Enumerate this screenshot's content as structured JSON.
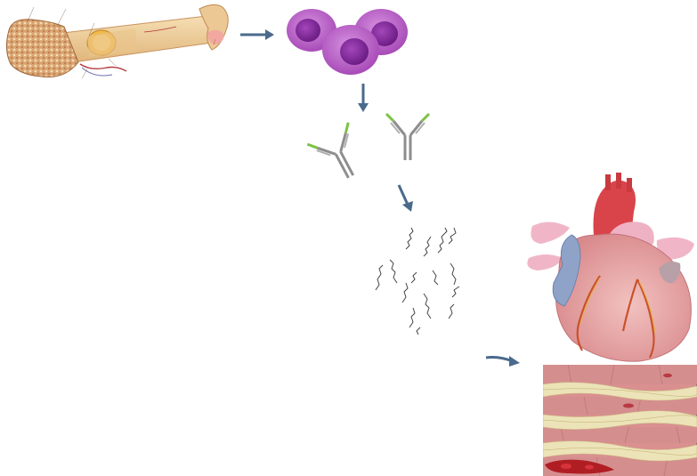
{
  "figure": {
    "panels": [
      {
        "id": "bone-marrow",
        "icon": "bone-cross-section"
      },
      {
        "id": "plasma-cells",
        "icon": "plasma-cells"
      },
      {
        "id": "antibodies",
        "icon": "y-shaped-antibodies"
      },
      {
        "id": "fibrils",
        "icon": "amyloid-fibrils"
      },
      {
        "id": "heart",
        "icon": "heart"
      },
      {
        "id": "myocardium",
        "icon": "myocardial-tissue-with-deposits"
      }
    ],
    "bone_labels": [
      "",
      "",
      "",
      "",
      "",
      "",
      ""
    ],
    "colors": {
      "arrow": "#4a6a8c",
      "cell": "#b35ec4",
      "nucleus": "#8e2aa6",
      "antibody": "#8e8e8e",
      "antibody_tip": "#7dc242",
      "fibril": "#444444",
      "heart_muscle": "#e8a6a8",
      "aorta": "#d9444a",
      "vein": "#8fa3c9",
      "deposit": "#e6dca6"
    }
  }
}
